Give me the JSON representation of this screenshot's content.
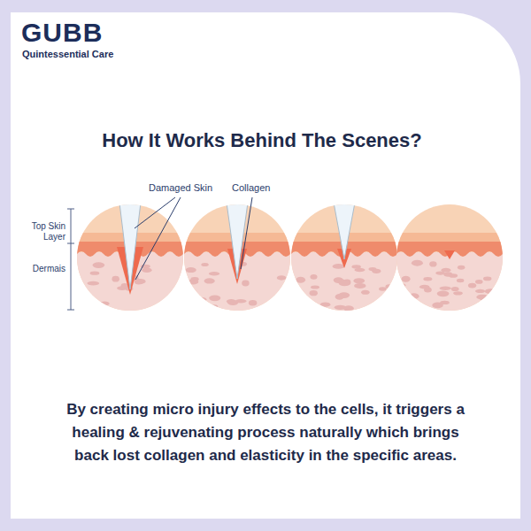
{
  "diagram": {
    "title": "How It Works Behind The Scenes?",
    "caption": "By creating micro injury effects to the cells, it triggers a healing & rejuvenating process naturally which brings back lost collagen and elasticity in the specific areas.",
    "labels": [
      "GUBB",
      "Quintessential Care",
      "Damaged Skin",
      "Collagen",
      "Top Skin Layer",
      "Dermais"
    ]
  }
}
